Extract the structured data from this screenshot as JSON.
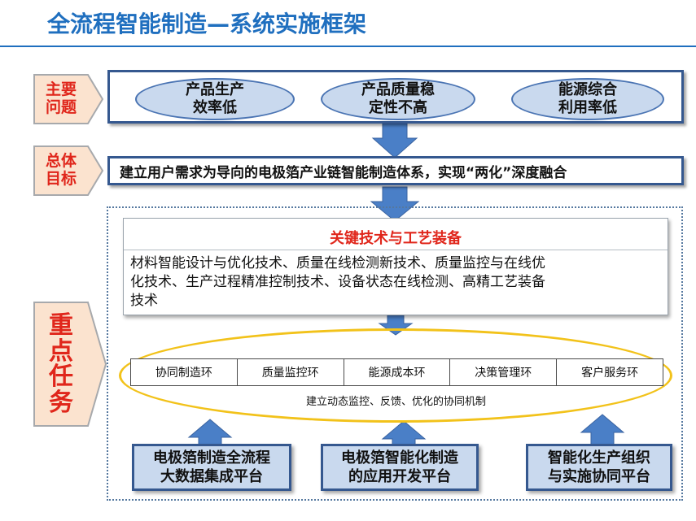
{
  "title": "全流程智能制造—系统实施框架",
  "sections": {
    "problems": {
      "label_line1": "主要",
      "label_line2": "问题",
      "items": [
        {
          "line1": "产品生产",
          "line2": "效率低"
        },
        {
          "line1": "产品质量稳",
          "line2": "定性不高"
        },
        {
          "line1": "能源综合",
          "line2": "利用率低"
        }
      ]
    },
    "goal": {
      "label_line1": "总体",
      "label_line2": "目标",
      "text": "建立用户需求为导向的电极箔产业链智能制造体系，实现“两化”深度融合"
    },
    "tasks": {
      "label_chars": [
        "重",
        "点",
        "任",
        "务"
      ],
      "key_tech": {
        "title": "关键技术与工艺装备",
        "desc_line1": "材料智能设计与优化技术、质量在线检测新技术、质量监控与在线优",
        "desc_line2": "化技术、生产过程精准控制技术、设备状态在线检测、高精工艺装备",
        "desc_line3": "技术"
      },
      "loops": [
        "协同制造环",
        "质量监控环",
        "能源成本环",
        "决策管理环",
        "客户服务环"
      ],
      "loop_caption": "建立动态监控、反馈、优化的协同机制",
      "platforms": [
        {
          "line1": "电极箔制造全流程",
          "line2": "大数据集成平台"
        },
        {
          "line1": "电极箔智能化制造",
          "line2": "的应用开发平台"
        },
        {
          "line1": "智能化生产组织",
          "line2": "与实施协同平台"
        }
      ]
    }
  },
  "colors": {
    "title_blue": "#1f6fbf",
    "label_red": "#e0261b",
    "box_border": "#35588f",
    "pill_fill": "#c9d9ee",
    "arrow_blue": "#4a7fc7",
    "pentagon_fill": "#fbe3cf",
    "pentagon_border": "#a7a9ac",
    "ring_yellow": "#f2c21a"
  }
}
